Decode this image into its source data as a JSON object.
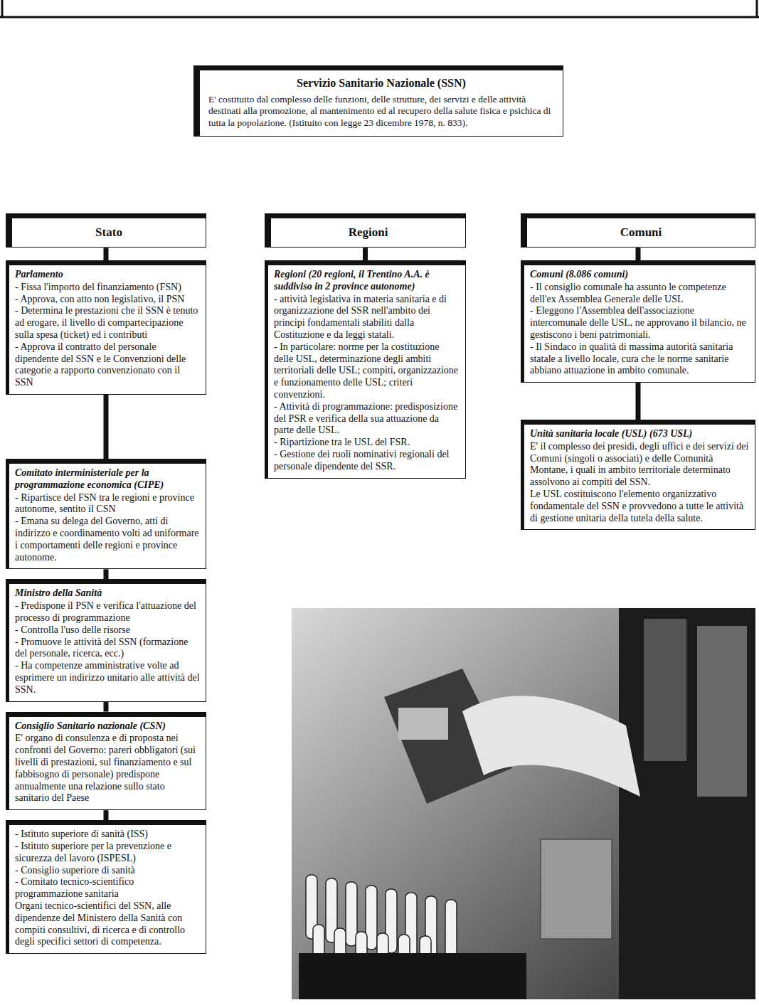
{
  "diagram": {
    "nodes": [
      {
        "text": [
          "Servizio Sanitario Nazionale (SSN)",
          "E' costituito dal complesso delle funzioni, delle strutture, dei servizi e delle attività destinati alla promozione, al mantenimento ed al recupero della salute fisica e psichica di tutta la popolazione. (Istituito con legge 23 dicembre 1978, n. 833)."
        ]
      },
      {
        "text": [
          "Stato"
        ]
      },
      {
        "text": [
          "Regioni"
        ]
      },
      {
        "text": [
          "Comuni"
        ]
      },
      {
        "text": [
          "Parlamento",
          "- Fissa l'importo del finanziamento (FSN)",
          "- Approva, con atto non legislativo, il PSN",
          "- Determina le prestazioni che il SSN è tenuto ad erogare, il livello di compartecipazione sulla spesa (ticket) ed i contributi",
          "- Approva il contratto del personale dipendente del SSN e le Convenzioni delle categorie a rapporto convenzionato con il SSN"
        ]
      },
      {
        "text": [
          "Comitato interministeriale per la programmazione economica (CIPE)",
          "- Ripartisce del FSN tra le regioni e province autonome, sentito il CSN",
          "- Emana su delega del Governo, atti di indirizzo e coordinamento volti ad uniformare i comportamenti delle regioni e province autonome."
        ]
      },
      {
        "text": [
          "Ministro della Sanità",
          "- Predispone il PSN e verifica l'attuazione del processo di programmazione",
          "- Controlla l'uso delle risorse",
          "- Promuove le attività del SSN (formazione del personale, ricerca, ecc.)",
          "- Ha competenze amministrative volte ad esprimere un indirizzo unitario alle attività del SSN."
        ]
      },
      {
        "text": [
          "Consiglio Sanitario nazionale (CSN)",
          "E' organo di consulenza e di proposta nei confronti del Governo: pareri obbligatori (sui livelli di prestazioni, sul finanziamento e sul fabbisogno di personale) predispone annualmente una relazione sullo stato sanitario del Paese"
        ]
      },
      {
        "text": [
          "- Istituto superiore di sanità (ISS)",
          "- Istituto superiore per la prevenzione e sicurezza del lavoro (ISPESL)",
          "- Consiglio superiore di sanità",
          "- Comitato tecnico-scientifico programmazione sanitaria",
          "Organi tecnico-scientifici del SSN, alle dipendenze del Ministero della Sanità con compiti consultivi, di ricerca e di controllo degli specifici settori di competenza."
        ]
      },
      {
        "text": [
          "Regioni (20 regioni, il Trentino A.A. è suddiviso in 2 province autonome)",
          "- attività legislativa in materia sanitaria e di organizzazione del SSR nell'ambito dei principi fondamentali stabiliti dalla Costituzione e da leggi statali.",
          "- In particolare: norme per la costituzione delle USL, determinazione degli ambiti territoriali delle USL; compiti, organizzazione e funzionamento delle USL; criteri convenzioni.",
          "- Attività di programmazione: predisposizione del PSR e verifica della sua attuazione da parte delle USL.",
          "- Ripartizione tra le USL del FSR.",
          "- Gestione dei ruoli nominativi regionali del personale dipendente del SSR."
        ]
      },
      {
        "text": [
          "Comuni (8.086 comuni)",
          "- Il consiglio comunale ha assunto le competenze dell'ex Assemblea Generale delle USL",
          "- Eleggono l'Assemblea dell'associazione intercomunale delle USL, ne approvano il bilancio, ne gestiscono i beni patrimoniali.",
          "- Il Sindaco in qualità di massima autorità sanitaria statale a livello locale, cura che le norme sanitarie abbiano attuazione in ambito comunale."
        ]
      },
      {
        "text": [
          "Unità sanitaria locale (USL) (673 USL)",
          "E' il complesso dei presidi, degli uffici e dei servizi dei Comuni (singoli o associati) e delle Comunità Montane, i quali in ambito territoriale determinato assolvono ai compiti del SSN.",
          "Le USL costituiscono l'elemento organizzativo fondamentale del SSN e provvedono a tutte le attività di gestione unitaria della tutela della salute."
        ]
      }
    ],
    "edges": [
      {
        "from": 1,
        "to": 4,
        "arrow": "none"
      },
      {
        "from": 4,
        "to": 5,
        "arrow": "none"
      },
      {
        "from": 5,
        "to": 6,
        "arrow": "none"
      },
      {
        "from": 6,
        "to": 7,
        "arrow": "none"
      },
      {
        "from": 7,
        "to": 8,
        "arrow": "none"
      },
      {
        "from": 2,
        "to": 9,
        "arrow": "none"
      },
      {
        "from": 3,
        "to": 10,
        "arrow": "none"
      },
      {
        "from": 10,
        "to": 11,
        "arrow": "none"
      }
    ]
  }
}
